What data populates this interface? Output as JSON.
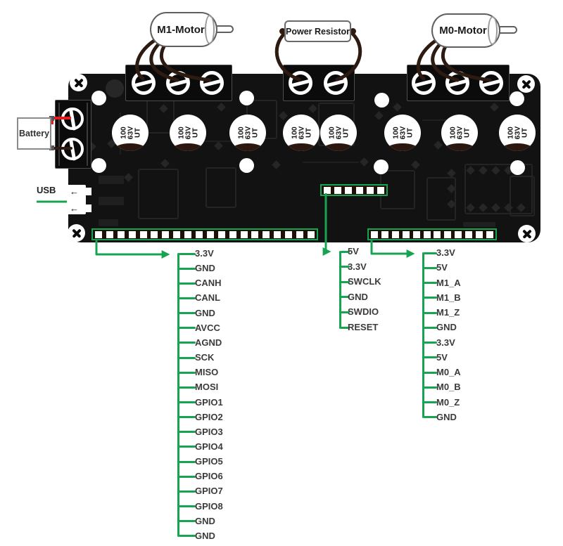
{
  "components": {
    "m1_motor_label": "M1-Motor",
    "m0_motor_label": "M0-Motor",
    "power_resistor_label": "Power Resistor",
    "battery_label": "Battery",
    "usb_label": "USB",
    "capacitor_lines": [
      "100",
      "63V",
      "UT"
    ],
    "capacitor_count": 8
  },
  "pin_headers": {
    "left": {
      "pin_count": 20,
      "labels": [
        "3.3V",
        "GND",
        "CANH",
        "CANL",
        "GND",
        "AVCC",
        "AGND",
        "SCK",
        "MISO",
        "MOSI",
        "GPIO1",
        "GPIO2",
        "GPIO3",
        "GPIO4",
        "GPIO5",
        "GPIO6",
        "GPIO7",
        "GPIO8",
        "GND",
        "GND"
      ]
    },
    "middle": {
      "pin_count": 6,
      "labels": [
        "5V",
        "3.3V",
        "SWCLK",
        "GND",
        "SWDIO",
        "RESET"
      ]
    },
    "right": {
      "pin_count": 12,
      "labels": [
        "3.3V",
        "5V",
        "M1_A",
        "M1_B",
        "M1_Z",
        "GND",
        "3.3V",
        "5V",
        "M0_A",
        "M0_B",
        "M0_Z",
        "GND"
      ]
    }
  },
  "icons": {
    "usb_pin_arrow": "←"
  },
  "colors": {
    "connector_green": "#17a450",
    "battery_positive_red": "#e8191f",
    "wire_dark_brown": "#2d1b12",
    "board_black": "#121212"
  }
}
